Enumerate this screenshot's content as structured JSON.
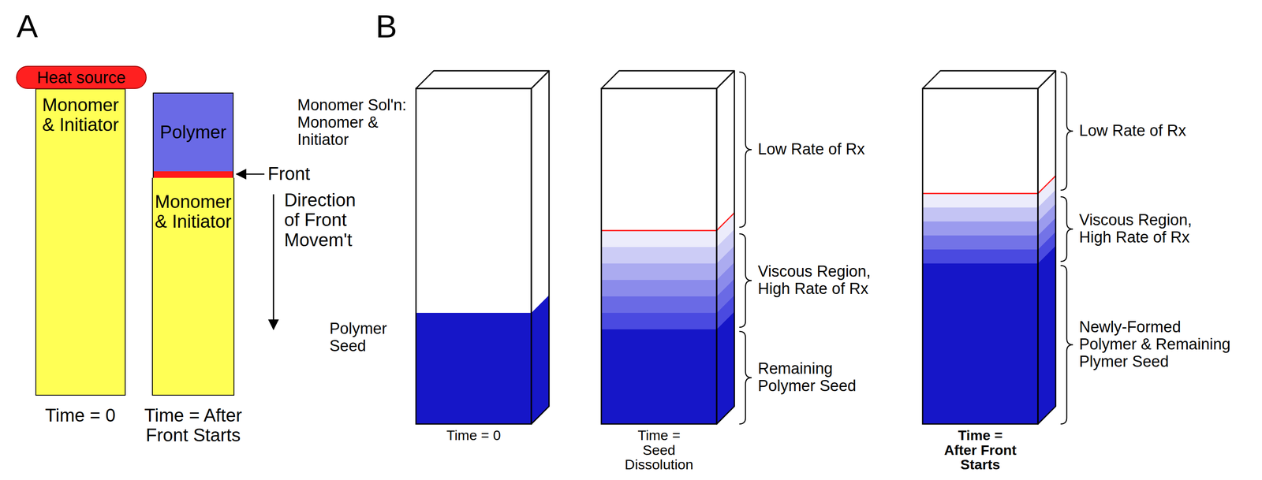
{
  "diagram": {
    "nodes": [
      {
        "text": [
          "Heat source"
        ]
      },
      {
        "text": [
          "Monomer & Initiator"
        ]
      },
      {
        "text": [
          "Polymer"
        ]
      },
      {
        "text": [
          "Monomer & Initiator"
        ]
      }
    ],
    "labels": [
      "A",
      "Time = 0",
      "Front",
      "Direction of Front Movem't",
      "Time = After Front Starts",
      "B",
      "Monomer Sol'n: Monomer & Initiator",
      "Polymer Seed",
      "Time = 0",
      "Low Rate of Rx",
      "Viscous Region, High Rate of Rx",
      "Remaining Polymer Seed",
      "Time = Seed Dissolution",
      "Low Rate of Rx",
      "Viscous Region, High Rate of Rx",
      "Newly-Formed Polymer & Remaining Plymer Seed",
      "Time = After Front Starts"
    ]
  }
}
